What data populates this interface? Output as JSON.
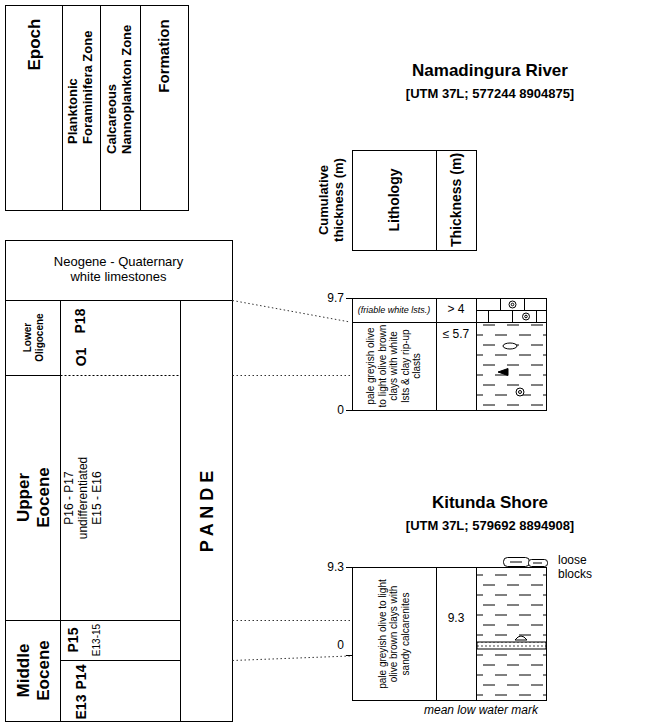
{
  "diagram": {
    "nodes": [
      {
        "text": [
          "Epoch"
        ]
      },
      {
        "text": [
          "Planktonic Foraminifera Zone"
        ]
      },
      {
        "text": [
          "Calcareous Nannoplankton Zone"
        ]
      },
      {
        "text": [
          "Formation"
        ]
      },
      {
        "text": [
          "Neogene - Quaternary white limestones"
        ]
      },
      {
        "text": [
          "Lower Oligocene"
        ]
      },
      {
        "text": [
          "P18"
        ]
      },
      {
        "text": [
          "O1"
        ]
      },
      {
        "text": [
          "Upper Eocene"
        ]
      },
      {
        "text": [
          "P16 - P17 undifferentiated E15 - E16"
        ]
      },
      {
        "text": [
          "Middle Eocene"
        ]
      },
      {
        "text": [
          "P15"
        ]
      },
      {
        "text": [
          "E13-15"
        ]
      },
      {
        "text": [
          "P14"
        ]
      },
      {
        "text": [
          "E13"
        ]
      },
      {
        "text": [
          "P A N D E"
        ]
      },
      {
        "text": [
          "Lithology"
        ]
      },
      {
        "text": [
          "Thickness (m)"
        ]
      },
      {
        "text": [
          "(friable white lsts.)"
        ]
      },
      {
        "text": [
          "> 4"
        ]
      },
      {
        "text": [
          "pale greyish olive to light olive brown clays with white lsts & clay rip-up clasts"
        ]
      },
      {
        "text": [
          "≤ 5.7"
        ]
      },
      {
        "text": [
          "pale greyish olive to light olive brown clays with sandy calcarenites"
        ]
      },
      {
        "text": [
          "9.3"
        ]
      }
    ],
    "labels": [
      "Namadingura River",
      "[UTM 37L; 577244 8904875]",
      "Cumulative thickness (m)",
      "9.7",
      "0",
      "Kitunda Shore",
      "[UTM 37L; 579692 8894908]",
      "9.3",
      "0",
      "loose blocks",
      "mean low water mark"
    ]
  }
}
